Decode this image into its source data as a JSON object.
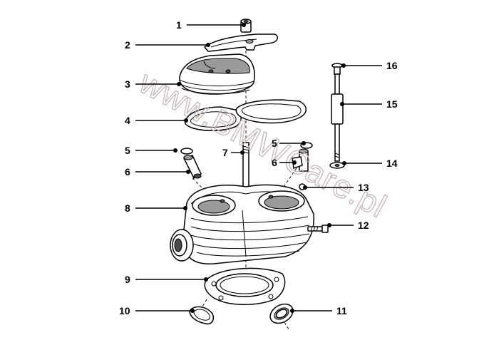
{
  "diagram": {
    "watermark": "www.BMWCare.pl",
    "callouts": [
      {
        "id": "c1",
        "label": "1"
      },
      {
        "id": "c2",
        "label": "2"
      },
      {
        "id": "c3",
        "label": "3"
      },
      {
        "id": "c4",
        "label": "4"
      },
      {
        "id": "c5a",
        "label": "5"
      },
      {
        "id": "c6a",
        "label": "6"
      },
      {
        "id": "c5b",
        "label": "5"
      },
      {
        "id": "c6b",
        "label": "6"
      },
      {
        "id": "c7",
        "label": "7"
      },
      {
        "id": "c8",
        "label": "8"
      },
      {
        "id": "c9",
        "label": "9"
      },
      {
        "id": "c10",
        "label": "10"
      },
      {
        "id": "c11",
        "label": "11"
      },
      {
        "id": "c12",
        "label": "12"
      },
      {
        "id": "c13",
        "label": "13"
      },
      {
        "id": "c14",
        "label": "14"
      },
      {
        "id": "c15",
        "label": "15"
      },
      {
        "id": "c16",
        "label": "16"
      }
    ]
  }
}
